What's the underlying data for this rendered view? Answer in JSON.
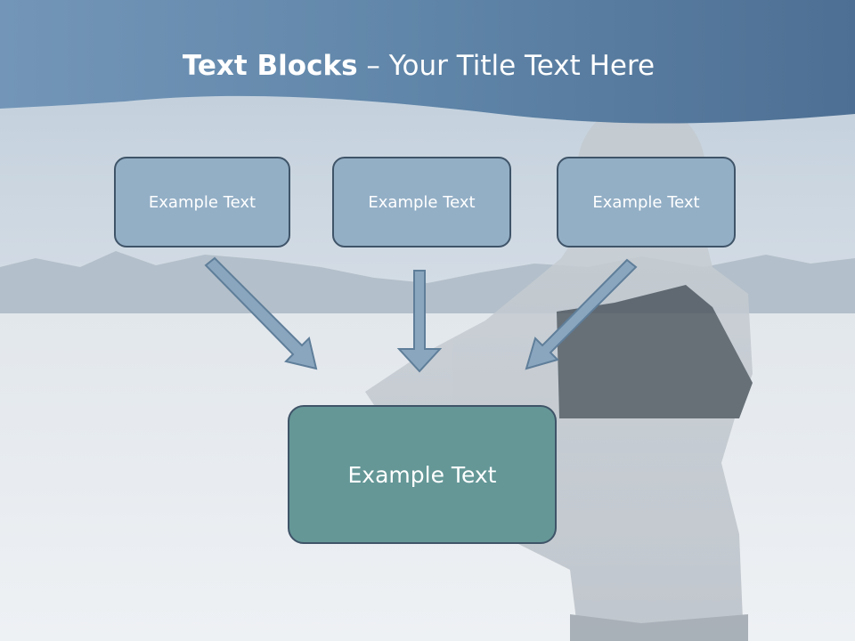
{
  "slide": {
    "title_bold": "Text Blocks",
    "title_rest": " – Your Title Text Here",
    "boxes": [
      {
        "label": "Example Text"
      },
      {
        "label": "Example Text"
      },
      {
        "label": "Example Text"
      }
    ],
    "result_box": {
      "label": "Example Text"
    }
  },
  "colors": {
    "header_band": "#5e83a6",
    "box_fill": "#93afc6",
    "box_border": "#3f5468",
    "result_fill": "#659797",
    "arrow_fill": "#8aa6bf",
    "arrow_stroke": "#5f7e99"
  }
}
